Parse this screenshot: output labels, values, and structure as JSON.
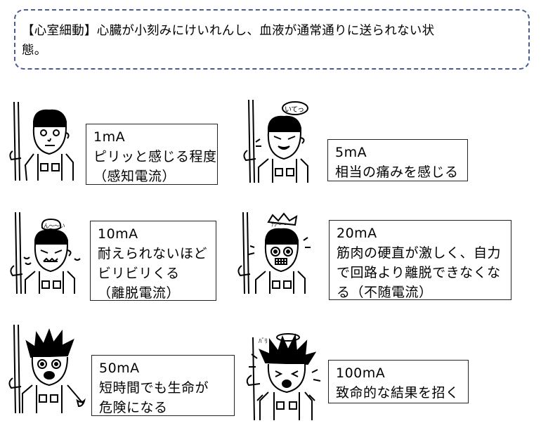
{
  "definition": {
    "text_line1": "【心室細動】心臓が小刻みにけいれんし、血液が通常通りに送られない状",
    "text_line2": "態。"
  },
  "levels": [
    {
      "current": "1mA",
      "lines": [
        "ピリッと感じる程度",
        "（感知電流）"
      ]
    },
    {
      "current": "5mA",
      "lines": [
        "相当の痛みを感じる"
      ]
    },
    {
      "current": "10mA",
      "lines": [
        "耐えられないほど",
        "ビリビリくる",
        "（離脱電流）"
      ]
    },
    {
      "current": "20mA",
      "lines": [
        "筋肉の硬直が激しく、自力",
        "で回路より離脱できなくな",
        "る（不随電流）"
      ]
    },
    {
      "current": "50mA",
      "lines": [
        "短時間でも生命が",
        "危険になる"
      ]
    },
    {
      "current": "100mA",
      "lines": [
        "致命的な結果を招く"
      ]
    }
  ],
  "speech": {
    "fig2": "いてっ",
    "fig3": "ん〜〜い",
    "fig4": "ﾅﾜ〜〜",
    "fig6": "ﾊﾞﾘ"
  },
  "colors": {
    "definition_border": "#4a5d8c",
    "box_border": "#222222",
    "ink": "#000000"
  }
}
